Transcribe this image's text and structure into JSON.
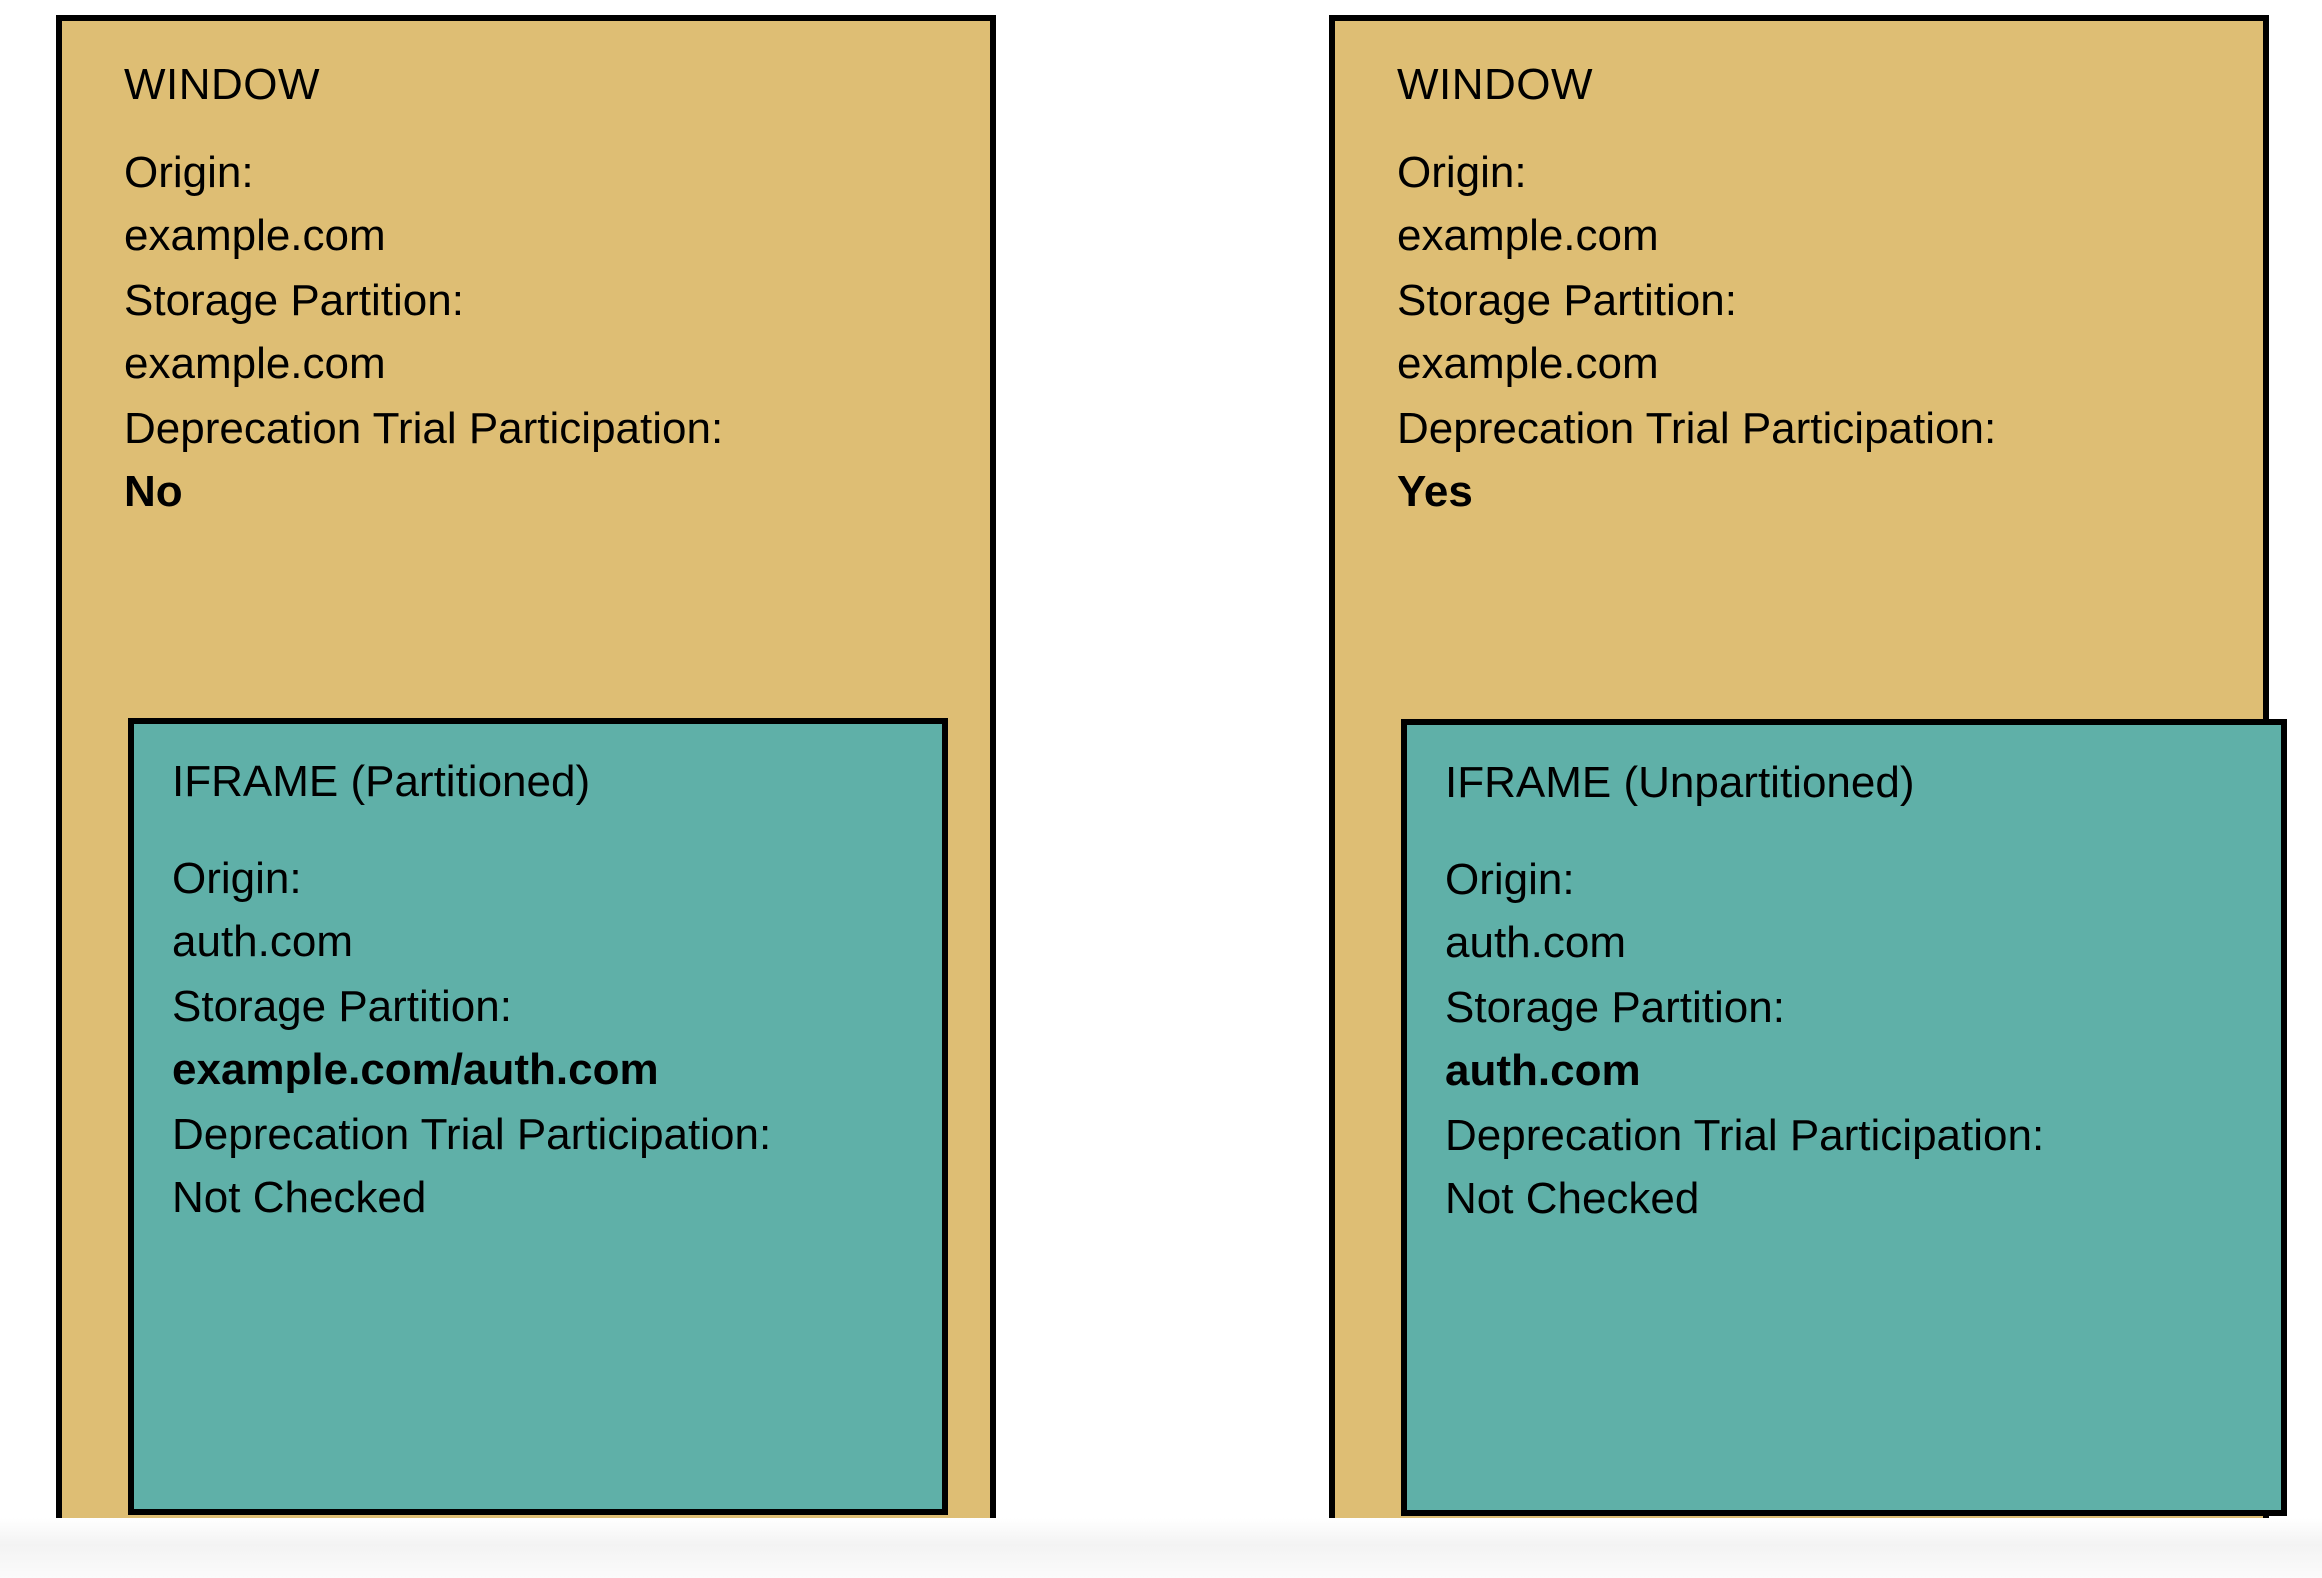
{
  "diagram": {
    "colors": {
      "window_fill": "#debe74",
      "iframe_fill": "#5fb0a8",
      "border": "#000000",
      "text": "#000000",
      "page_background": "#ffffff"
    },
    "panels": [
      {
        "id": "left",
        "title": "WINDOW",
        "fields": [
          {
            "label": "Origin:",
            "value": "example.com",
            "bold": false
          },
          {
            "label": "Storage Partition:",
            "value": "example.com",
            "bold": false
          },
          {
            "label": "Deprecation Trial Participation:",
            "value": "No",
            "bold": true
          }
        ],
        "iframe": {
          "title": "IFRAME (Partitioned)",
          "fields": [
            {
              "label": "Origin:",
              "value": "auth.com",
              "bold": false
            },
            {
              "label": "Storage Partition:",
              "value": "example.com/auth.com",
              "bold": true
            },
            {
              "label": "Deprecation Trial Participation:",
              "value": "Not Checked",
              "bold": false
            }
          ]
        }
      },
      {
        "id": "right",
        "title": "WINDOW",
        "fields": [
          {
            "label": "Origin:",
            "value": "example.com",
            "bold": false
          },
          {
            "label": "Storage Partition:",
            "value": "example.com",
            "bold": false
          },
          {
            "label": "Deprecation Trial Participation:",
            "value": "Yes",
            "bold": true
          }
        ],
        "iframe": {
          "title": "IFRAME (Unpartitioned)",
          "fields": [
            {
              "label": "Origin:",
              "value": "auth.com",
              "bold": false
            },
            {
              "label": "Storage Partition:",
              "value": "auth.com",
              "bold": true
            },
            {
              "label": "Deprecation Trial Participation:",
              "value": "Not Checked",
              "bold": false
            }
          ]
        }
      }
    ]
  }
}
